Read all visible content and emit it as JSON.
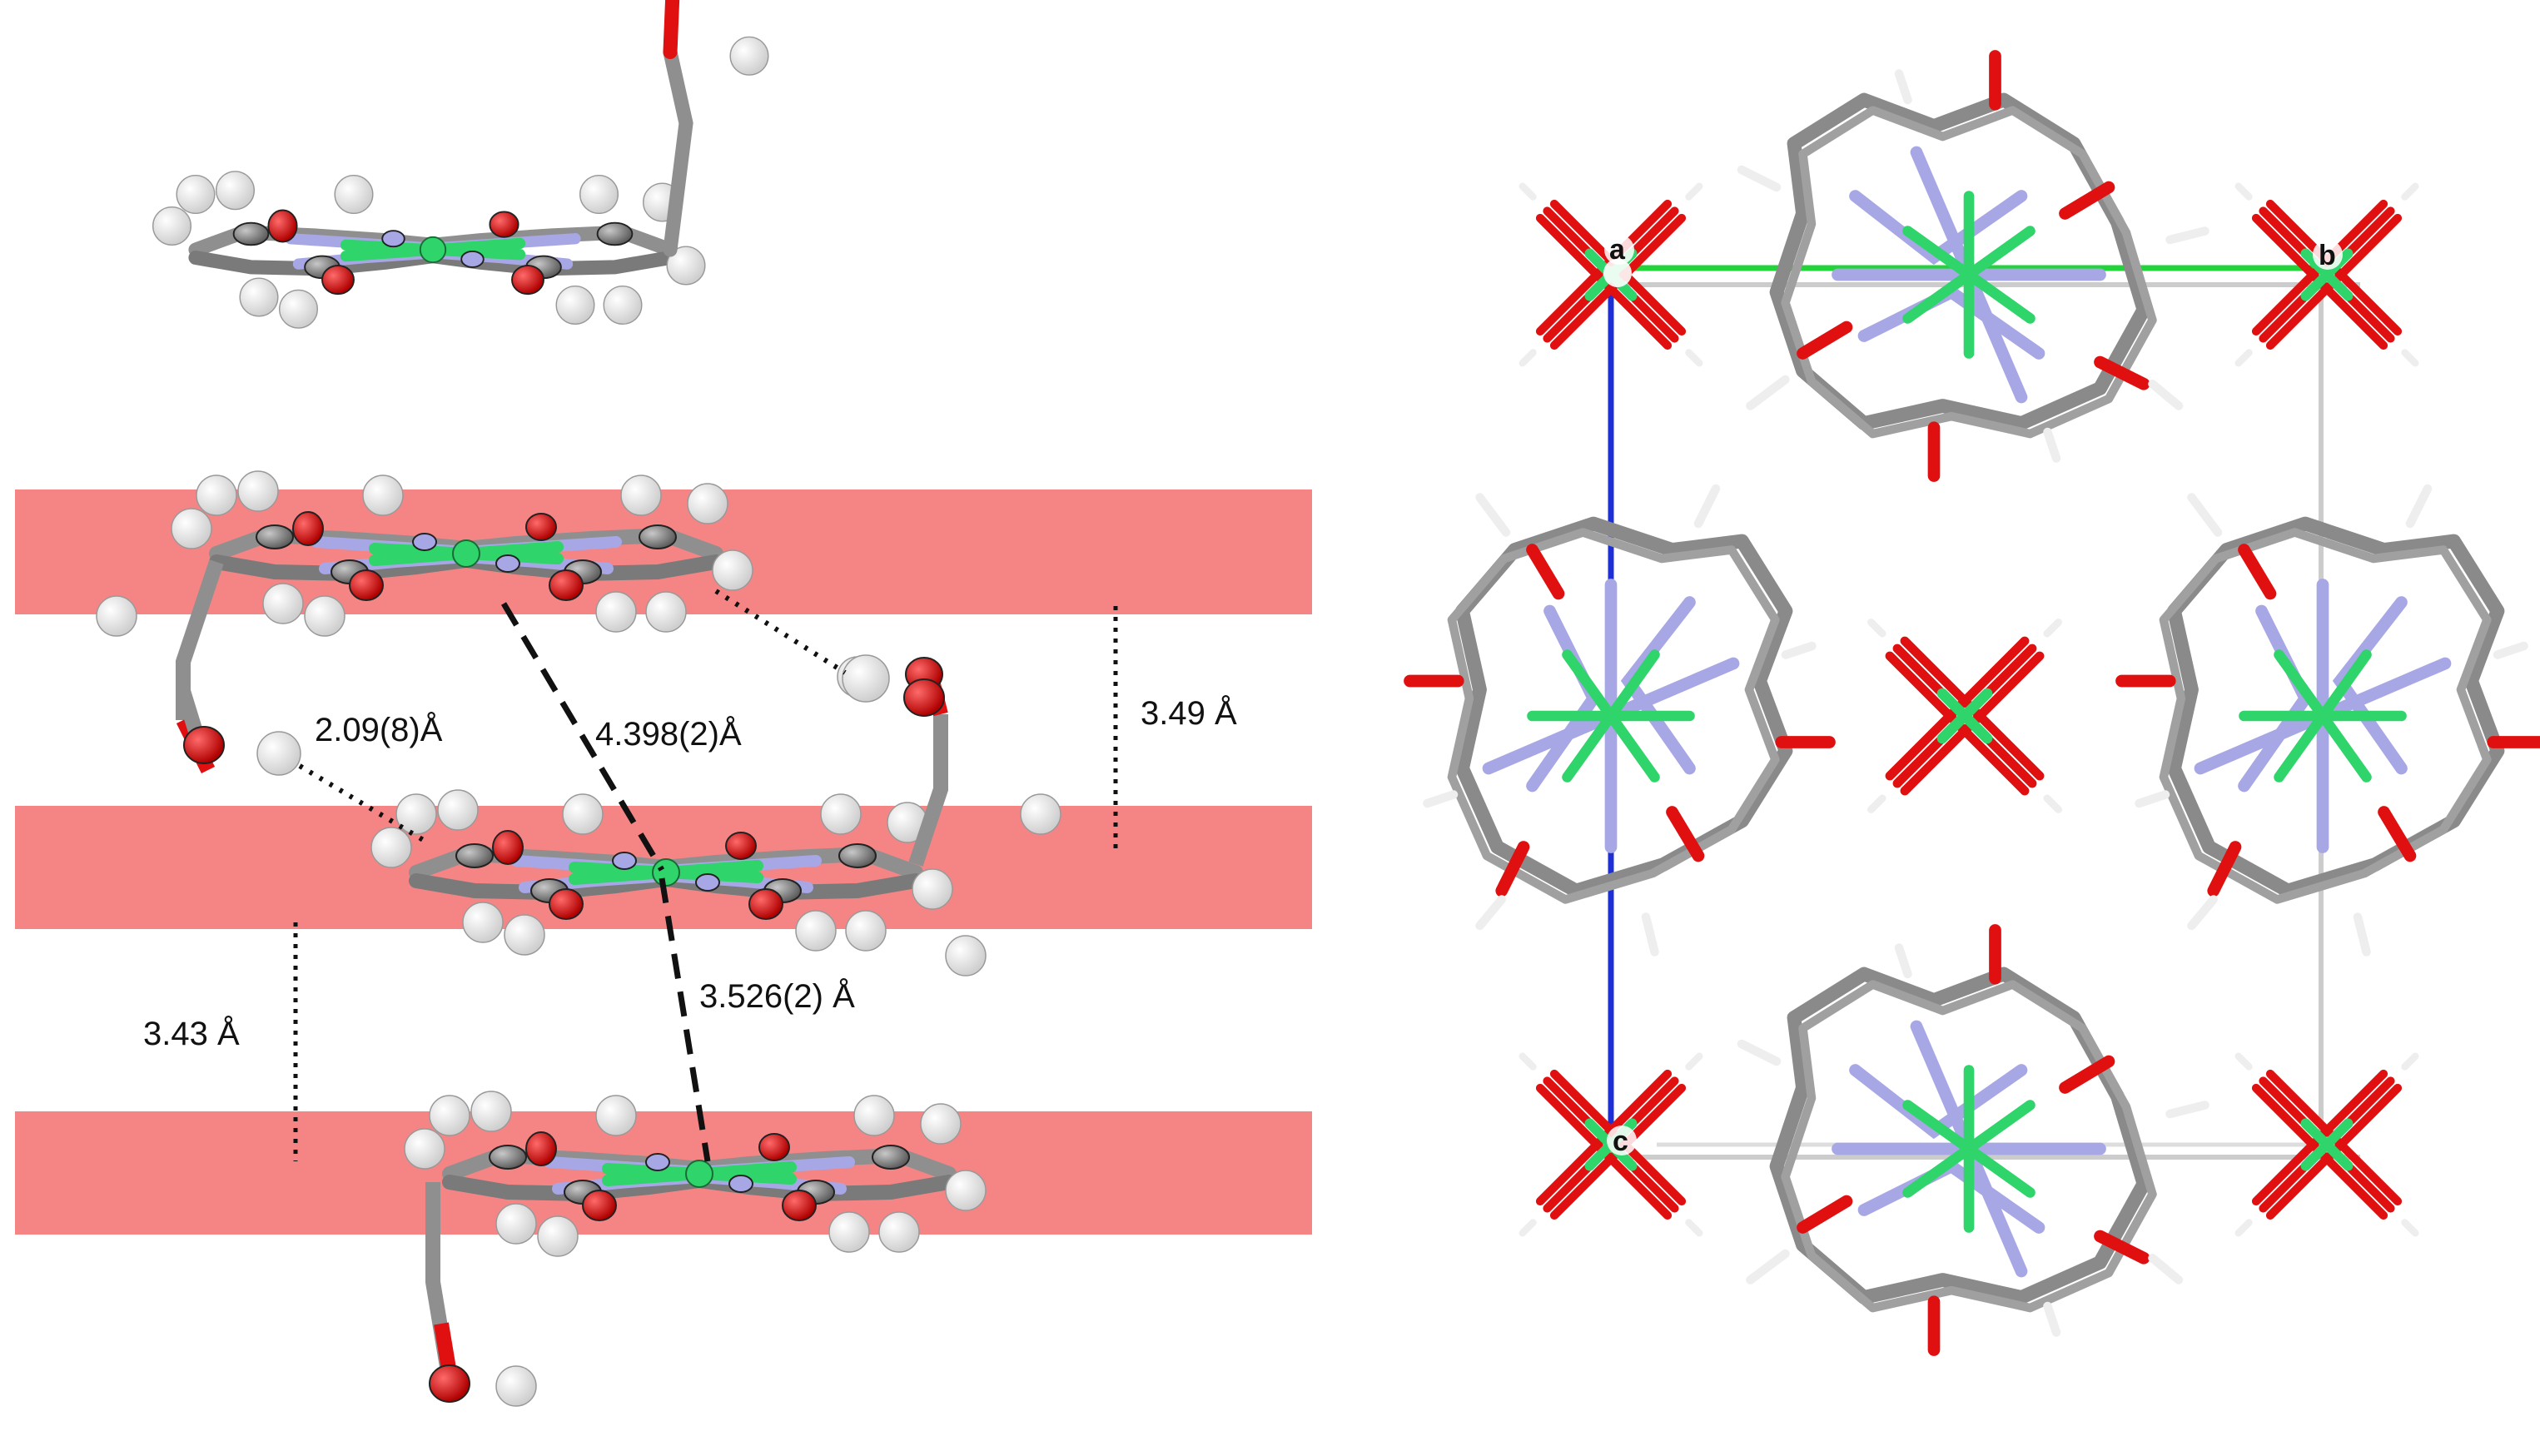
{
  "stacking_panel": {
    "h_bond_label": "2.09(8)Å",
    "centroid_distance_label": "4.398(2)Å",
    "metal_metal_distance_label": "3.526(2) Å",
    "interlayer_upper_label": "3.49 Å",
    "interlayer_lower_label": "3.43 Å"
  },
  "packing_panel": {
    "axis_labels": {
      "a": "a",
      "b": "b",
      "c": "c"
    },
    "axis_colors": {
      "a": "#e6332a",
      "b": "#22d43a",
      "c": "#1f2fd6"
    }
  },
  "atom_colors": {
    "carbon": "#8f8f8f",
    "nitrogen": "#a7a7e6",
    "oxygen": "#e01010",
    "hydrogen": "#f4f4f4",
    "metal": "#2fd46a",
    "plane": "#f47b7b"
  }
}
